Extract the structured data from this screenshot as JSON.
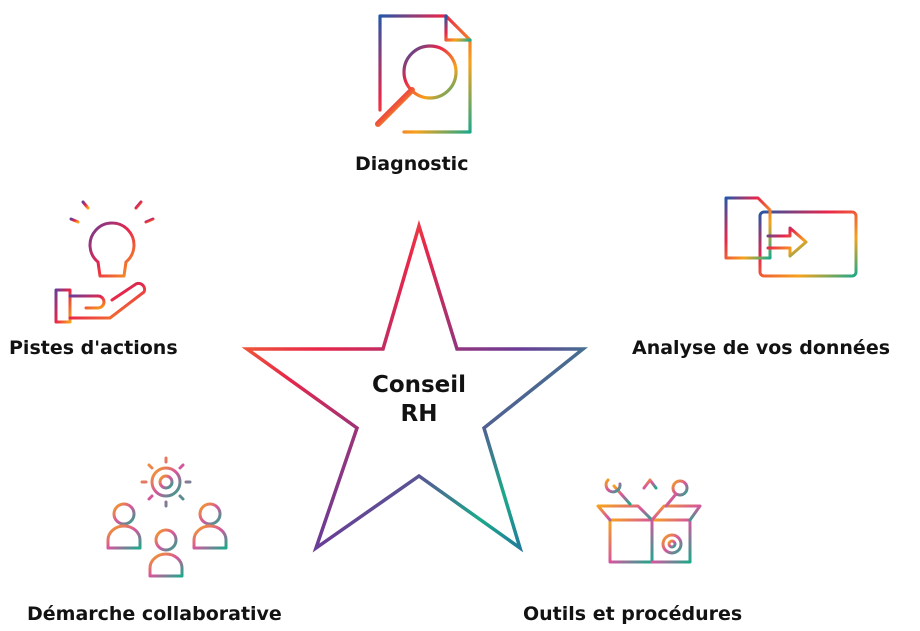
{
  "center": {
    "line1": "Conseil",
    "line2": "RH"
  },
  "items": [
    {
      "label": "Diagnostic",
      "icon": "document-magnifier-icon"
    },
    {
      "label": "Analyse de vos données",
      "icon": "monitor-data-transfer-icon"
    },
    {
      "label": "Outils et procédures",
      "icon": "toolbox-gear-icon"
    },
    {
      "label": "Démarche collaborative",
      "icon": "team-gear-icon"
    },
    {
      "label": "Pistes d'actions",
      "icon": "lightbulb-hand-icon"
    }
  ],
  "colors": {
    "red": "#e8264a",
    "orange": "#f7a21b",
    "purple": "#6a3c96",
    "green": "#1ca98a",
    "blue": "#2456a8",
    "pink": "#d6559e"
  }
}
